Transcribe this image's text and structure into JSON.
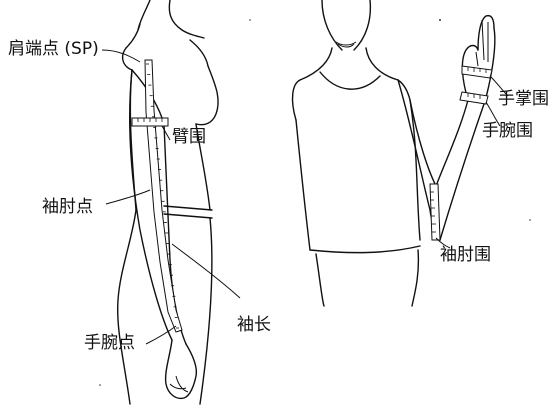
{
  "labels": {
    "shoulder_point": "肩端点 (SP)",
    "arm_circumference": "臂围",
    "elbow_point": "袖肘点",
    "sleeve_length": "袖长",
    "wrist_point": "手腕点",
    "palm_circumference": "手掌围",
    "wrist_circumference": "手腕围",
    "elbow_circumference": "袖肘围"
  }
}
